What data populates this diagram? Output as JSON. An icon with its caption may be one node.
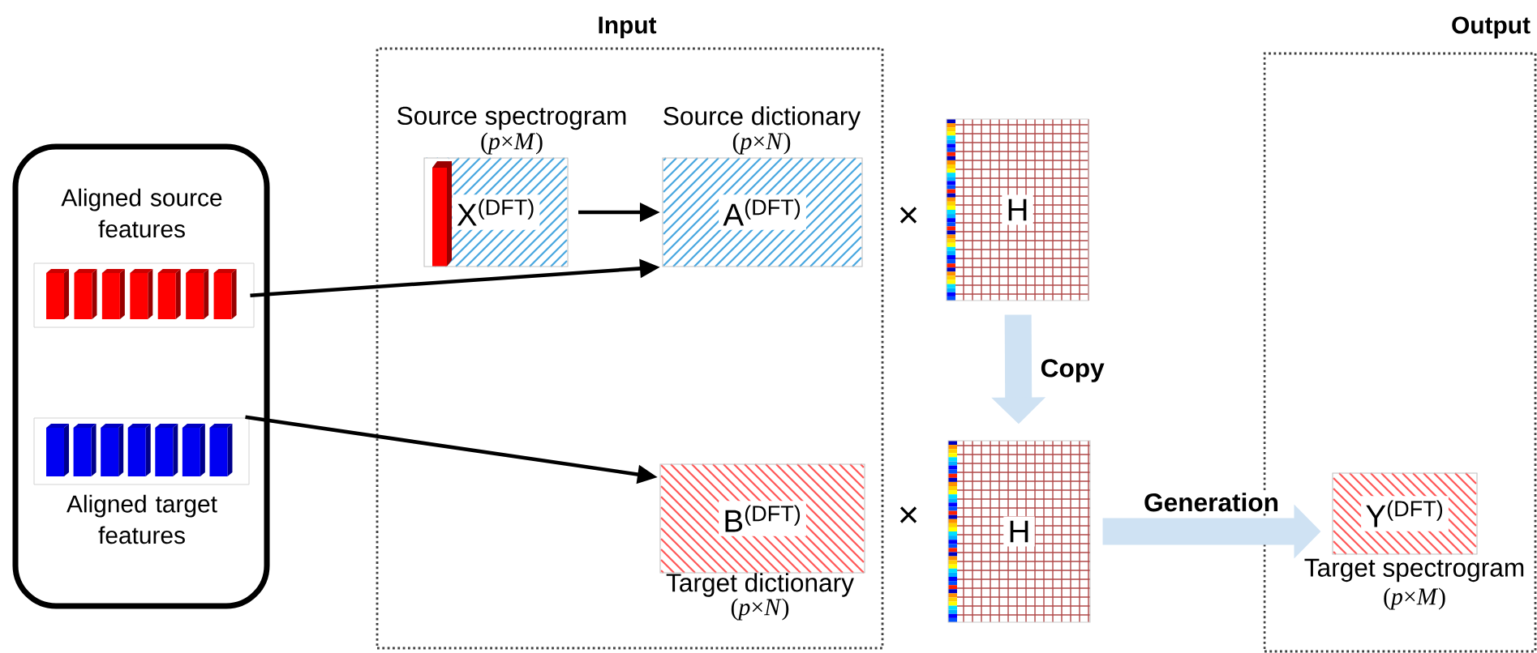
{
  "diagram": {
    "nodes": [
      {
        "text": [
          "Aligned source features",
          "Aligned target features"
        ]
      },
      {
        "text": [],
        "shape": "picture",
        "in": 0
      },
      {
        "text": [],
        "shape": "picture",
        "in": 0
      },
      {
        "text": [
          "Input"
        ]
      },
      {
        "text": [
          "X$^{(DFT)}$"
        ],
        "beside": [
          "Source spectrogram",
          "(*p*×*M*)"
        ],
        "in": 3
      },
      {
        "text": [
          "A$^{(DFT)}$"
        ],
        "beside": [
          "Source dictionary",
          "(*p*×*N*)"
        ],
        "in": 3
      },
      {
        "text": [
          "B$^{(DFT)}$"
        ],
        "beside": [
          "Target dictionary",
          "(*p*×*N*)"
        ],
        "in": 3
      },
      {
        "text": [
          "H"
        ]
      },
      {
        "text": [
          "H"
        ]
      },
      {
        "text": [
          "Output"
        ]
      },
      {
        "text": [
          "Y$^{(DFT)}$"
        ],
        "beside": [
          "Target spectrogram",
          "(*p*×*M*)"
        ],
        "in": 9
      }
    ],
    "edges": [
      {
        "from": 4,
        "to": 5,
        "arrow": "to"
      },
      {
        "from": 1,
        "to": 5,
        "arrow": "to"
      },
      {
        "from": 2,
        "to": 6,
        "arrow": "to"
      },
      {
        "from": 7,
        "to": 8,
        "arrow": "to",
        "label": "Copy",
        "style": "thick",
        "color": "#cfe2f3"
      },
      {
        "from": 8,
        "to": 10,
        "arrow": "to",
        "label": "Generation",
        "style": "thick",
        "color": "#cfe2f3"
      }
    ],
    "labels": [
      "×",
      "×"
    ]
  }
}
